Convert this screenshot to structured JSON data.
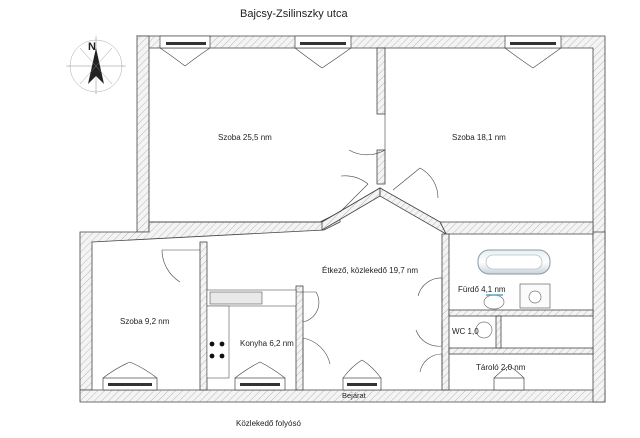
{
  "street": "Bajcsy-Zsilinszky utca",
  "corridor": "Közlekedő folyósó",
  "entrance": "Bejárat",
  "compass": {
    "north": "N"
  },
  "rooms": {
    "room1": "Szoba 25,5 nm",
    "room2": "Szoba 18,1 nm",
    "dining": "Étkező, közlekedő 19,7 nm",
    "bathroom": "Fürdő 4,1 nm",
    "room3": "Szoba 9,2 nm",
    "kitchen": "Konyha 6,2 nm",
    "wc": "WC 1,0",
    "storage": "Tároló 2,0 nm"
  },
  "colors": {
    "wall_fill": "#f3f3f3",
    "wall_line": "#444444",
    "hatch": "#b5b5b5",
    "bath_blue": "#5aa0c8"
  }
}
